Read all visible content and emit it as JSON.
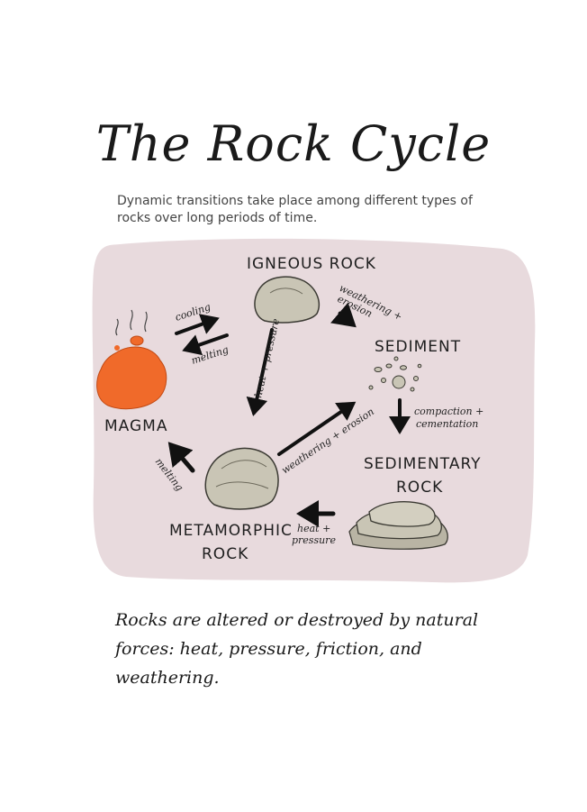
{
  "title": "The Rock Cycle",
  "subtitle": "Dynamic transitions take place among different types of rocks over long periods of time.",
  "nodes": {
    "igneous": "IGNEOUS ROCK",
    "sediment": "SEDIMENT",
    "magma": "MAGMA",
    "sedimentary_1": "SEDIMENTARY",
    "sedimentary_2": "ROCK",
    "metamorphic_1": "METAMORPHIC",
    "metamorphic_2": "ROCK"
  },
  "processes": {
    "cooling": "cooling",
    "melting_top": "melting",
    "weathering_top_1": "weathering +",
    "weathering_top_2": "erosion",
    "heat_pressure_diag": "heat + pressure",
    "compaction_1": "compaction +",
    "compaction_2": "cementation",
    "weathering_diag": "weathering + erosion",
    "melting_left": "melting",
    "heat_pressure_bottom_1": "heat +",
    "heat_pressure_bottom_2": "pressure"
  },
  "footer": {
    "line1": "Rocks are altered or destroyed by natural",
    "line2": "forces: heat, pressure, friction, and weathering."
  },
  "colors": {
    "panel": "#e8dadd",
    "magma": "#f06a2a",
    "rock": "#c9c5b5",
    "arrow": "#111111"
  }
}
